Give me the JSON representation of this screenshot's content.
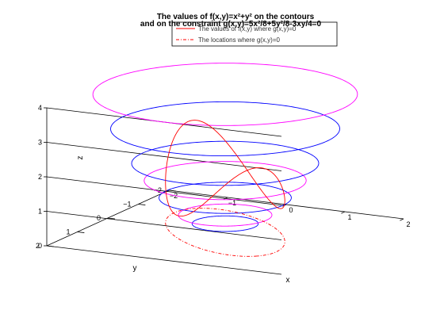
{
  "chart_data": {
    "type": "line",
    "projection": "3d",
    "title_line1": "The values of f(x,y)=x²+y² on the contours",
    "title_line2": "and on the constraint g(x,y)=5x²/8+5y²/8-3xy/4=0",
    "xlabel": "x",
    "ylabel": "y",
    "zlabel": "z",
    "xlim": [
      -2,
      2
    ],
    "ylim": [
      -2,
      2
    ],
    "zlim": [
      0,
      4
    ],
    "xticks": [
      -2,
      -1,
      0,
      1,
      2
    ],
    "yticks": [
      -2,
      -1,
      0,
      1,
      2
    ],
    "zticks": [
      0,
      1,
      2,
      3,
      4
    ],
    "xtick_labels": [
      "−2",
      "−1",
      "0",
      "1",
      "2"
    ],
    "ytick_labels": [
      "−2",
      "−1",
      "0",
      "1",
      "2"
    ],
    "ztick_labels": [
      "0",
      "1",
      "2",
      "3",
      "4"
    ],
    "grid": false,
    "legend_position": "top-right",
    "legend": [
      {
        "label": "The values of f(x,y) where g(x,y)=0",
        "color": "#ff0000",
        "style": "solid"
      },
      {
        "label": "The locations where g(x,y)=0",
        "color": "#ff0000",
        "style": "dashdot"
      }
    ],
    "contours": [
      {
        "level": 0.25,
        "radius": 0.5,
        "color": "#0000ff"
      },
      {
        "level": 0.5,
        "radius": 0.7071,
        "color": "#ff00ff"
      },
      {
        "level": 1.0,
        "radius": 1.0,
        "color": "#0000ff"
      },
      {
        "level": 1.5,
        "radius": 1.2247,
        "color": "#ff00ff"
      },
      {
        "level": 2.0,
        "radius": 1.4142,
        "color": "#0000ff"
      },
      {
        "level": 3.0,
        "radius": 1.7321,
        "color": "#0000ff"
      },
      {
        "level": 4.0,
        "radius": 2.0,
        "color": "#ff00ff"
      }
    ],
    "constraint": {
      "a": 1.6,
      "b": 0.8,
      "rotation_deg": 45,
      "color": "#ff0000"
    }
  }
}
